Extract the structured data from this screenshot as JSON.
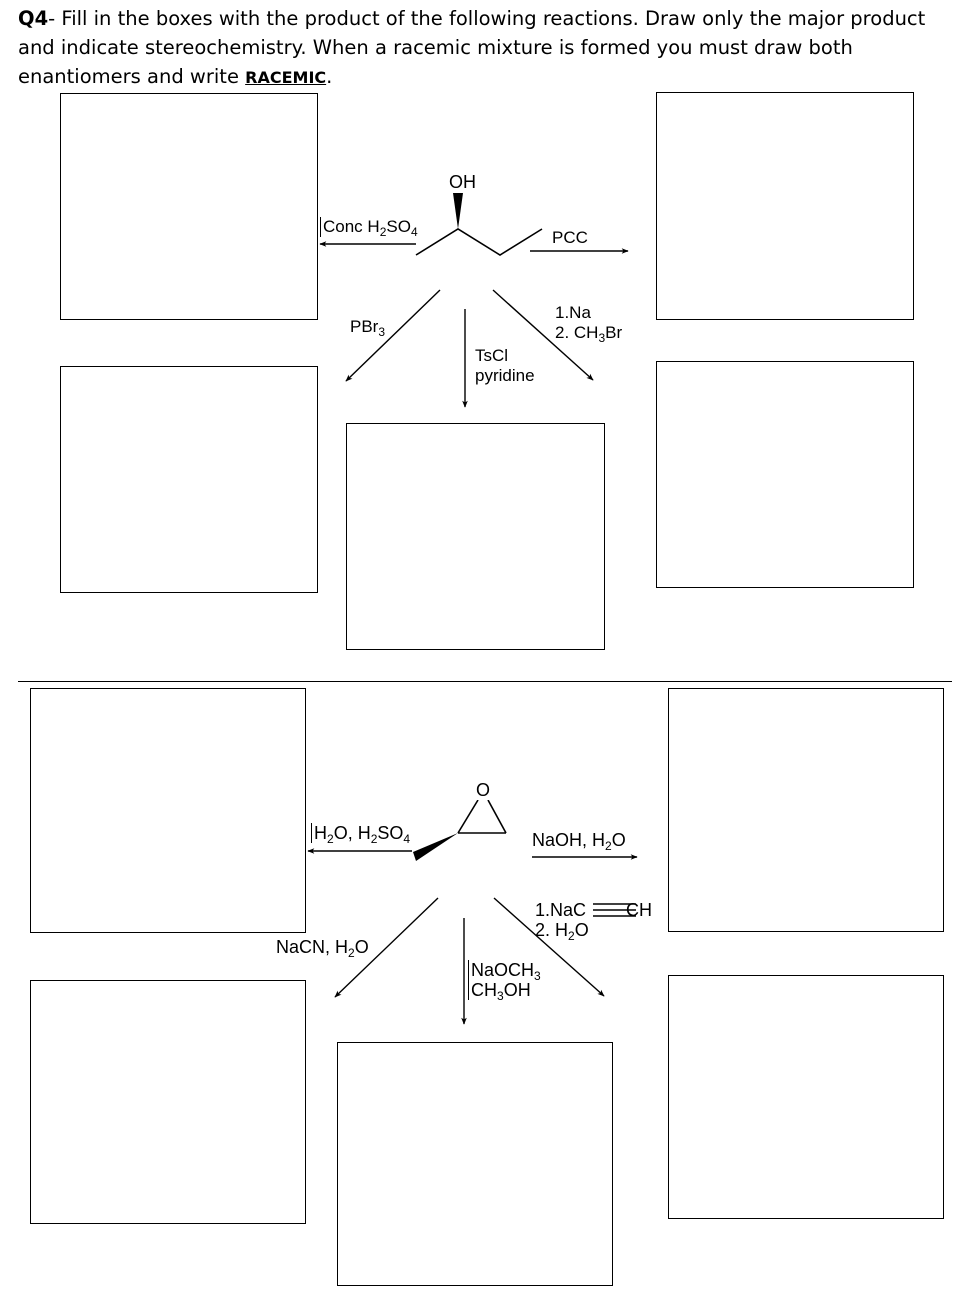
{
  "question": {
    "number": "Q4",
    "text": "- Fill in the boxes with the product of the following reactions. Draw only the major product and indicate stereochemistry. When a racemic mixture is formed you must draw both enantiomers and write ",
    "racemic_word": "RACEMIC",
    "end": "."
  },
  "reaction1": {
    "substituent": "OH",
    "left": {
      "reagent": "Conc H",
      "sub1": "2",
      "mid": "SO",
      "sub2": "4"
    },
    "right": {
      "reagent": "PCC"
    },
    "lower_left": {
      "reagent": "PBr",
      "sub": "3"
    },
    "down": {
      "line1": "TsCl",
      "line2": "pyridine"
    },
    "lower_right": {
      "line1": "1.Na",
      "line2_pre": "2. CH",
      "line2_sub": "3",
      "line2_post": "Br"
    }
  },
  "reaction2": {
    "ring_atom": "O",
    "left": {
      "pre": "H",
      "sub1": "2",
      "mid": "O, H",
      "sub2": "2",
      "mid2": "SO",
      "sub3": "4"
    },
    "right": {
      "pre": "NaOH, H",
      "sub": "2",
      "post": "O"
    },
    "lower_left": {
      "pre": "NaCN, H",
      "sub": "2",
      "post": "O"
    },
    "down": {
      "line1_pre": "NaOCH",
      "line1_sub": "3",
      "line2_pre": "CH",
      "line2_sub": "3",
      "line2_post": "OH"
    },
    "lower_right": {
      "line1_pre": "1.NaC",
      "line1_post": "CH",
      "line2_pre": "2. H",
      "line2_sub": "2",
      "line2_post": "O"
    }
  }
}
